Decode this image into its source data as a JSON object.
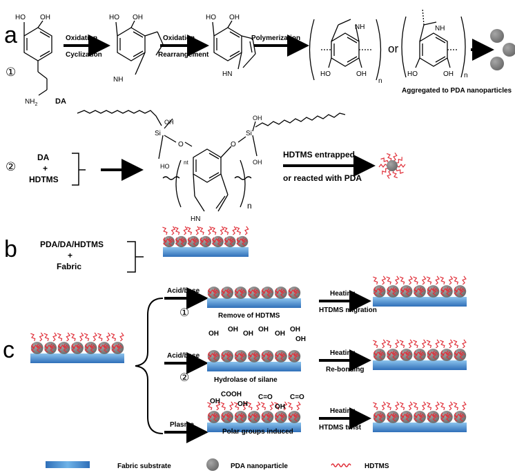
{
  "section_a": {
    "letter": "a",
    "step_marker": "①",
    "molecule_label": "DA",
    "amine_label": "NH",
    "amine_sub": "2",
    "ho": "HO",
    "oh": "OH",
    "nh": "NH",
    "hn": "HN",
    "n": "n",
    "arrow1_top": "Oxidation",
    "arrow1_bottom": "Cyclization",
    "arrow2_top": "Oxidation",
    "arrow2_bottom": "Rearrangement",
    "arrow3_top": "Polymerization",
    "or": "or",
    "aggregate_caption": "Aggregated to PDA nanoparticles"
  },
  "section_2": {
    "step_marker": "②",
    "reactant1": "DA",
    "plus": "+",
    "reactant2": "HDTMS",
    "si": "Si",
    "o": "O",
    "nt": "nt",
    "arrow_top": "HDTMS entrapped",
    "arrow_bottom": "or reacted with PDA"
  },
  "section_b": {
    "letter": "b",
    "line1": "PDA/DA/HDTMS",
    "plus": "+",
    "line2": "Fabric"
  },
  "section_c": {
    "letter": "c",
    "path1_arrow": "Acid/base",
    "path1_marker": "①",
    "path1_caption": "Remove of HDTMS",
    "path1_heat_top": "Heating",
    "path1_heat_bottom": "HTDMS migration",
    "path2_arrow": "Acid/base",
    "path2_marker": "②",
    "path2_caption": "Hydrolase of silane",
    "path2_heat_top": "Heating",
    "path2_heat_bottom": "Re-bonding",
    "path3_arrow": "Plasma",
    "path3_caption": "Polar groups induced",
    "path3_heat_top": "Heating",
    "path3_heat_bottom": "HTDMS twist",
    "oh": "OH",
    "cooh": "COOH",
    "co": "C=O"
  },
  "legend": {
    "fabric": "Fabric substrate",
    "particle": "PDA nanoparticle",
    "hdtms": "HDTMS"
  },
  "colors": {
    "fabric_top": "#6fb3e8",
    "fabric_bottom": "#2f6fb8",
    "particle": "#7f7f7f",
    "chain": "#e0303a"
  }
}
